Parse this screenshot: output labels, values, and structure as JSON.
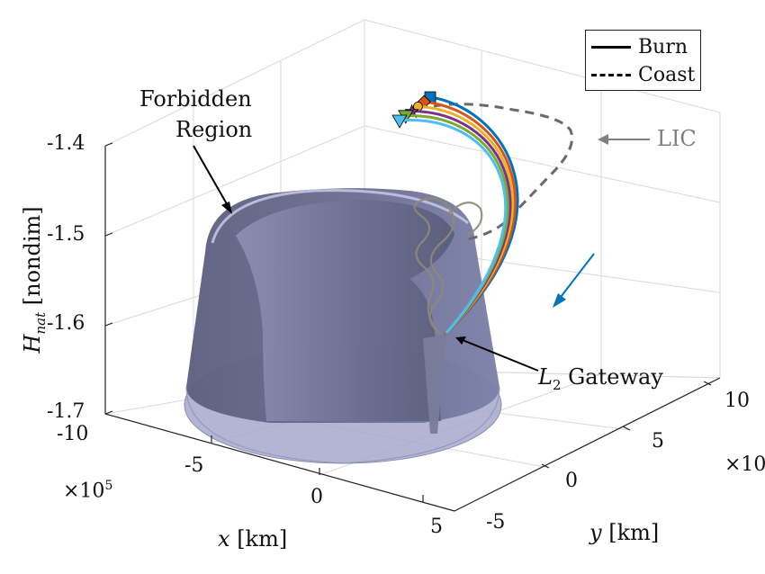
{
  "chart_data": {
    "type": "surface3d",
    "axes": {
      "x": {
        "label_var": "x",
        "label_unit": "[km]",
        "ticks": [
          "-10",
          "-5",
          "0",
          "5"
        ],
        "multiplier": "×10",
        "multiplier_exp": "5"
      },
      "y": {
        "label_var": "y",
        "label_unit": "[km]",
        "ticks": [
          "-5",
          "0",
          "5",
          "10"
        ],
        "multiplier": "×10"
      },
      "z": {
        "label_var": "H",
        "label_sub": "nat",
        "label_unit": "[nondim]",
        "ticks": [
          "-1.4",
          "-1.5",
          "-1.6",
          "-1.7"
        ]
      }
    },
    "legend": {
      "placement": "top-right",
      "items": [
        {
          "label": "Burn",
          "style": "solid"
        },
        {
          "label": "Coast",
          "style": "dashed"
        }
      ]
    },
    "annotations": {
      "forbidden_line1": "Forbidden",
      "forbidden_line2": "Region",
      "lic": "LIC",
      "gateway_L": "L",
      "gateway_sub": "2",
      "gateway_text": "Gateway"
    },
    "trajectory_colors": [
      "#0072bd",
      "#d95319",
      "#edb120",
      "#7e2f8e",
      "#77ac30",
      "#4dbeee"
    ],
    "grid": true
  }
}
